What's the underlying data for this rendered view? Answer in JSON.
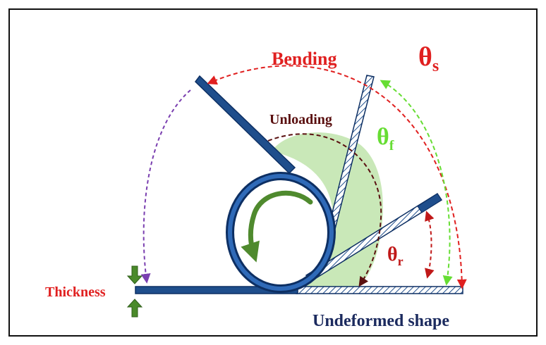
{
  "labels": {
    "bending": "Bending",
    "unloading": "Unloading",
    "thickness": "Thickness",
    "undeformed": "Undeformed shape",
    "theta_s_main": "θ",
    "theta_s_sub": "s",
    "theta_f_main": "θ",
    "theta_f_sub": "f",
    "theta_r_main": "θ",
    "theta_r_sub": "r"
  },
  "colors": {
    "strip": "#1f4e8c",
    "strip_edge": "#0d2f63",
    "bending": "#e02020",
    "unloading": "#5a1010",
    "theta_f": "#66dd33",
    "theta_r": "#c01818",
    "green_region": "#c9e8b8",
    "purple_arrow": "#7a3fb0",
    "thickness_arrow": "#4a8a2a",
    "rotation_arrow": "#4f8a2e",
    "undeformed_text": "#1b2a5e"
  },
  "icons": {
    "rotation": "curved-rotation-arrow-icon",
    "thickness": "thickness-arrows-icon"
  }
}
